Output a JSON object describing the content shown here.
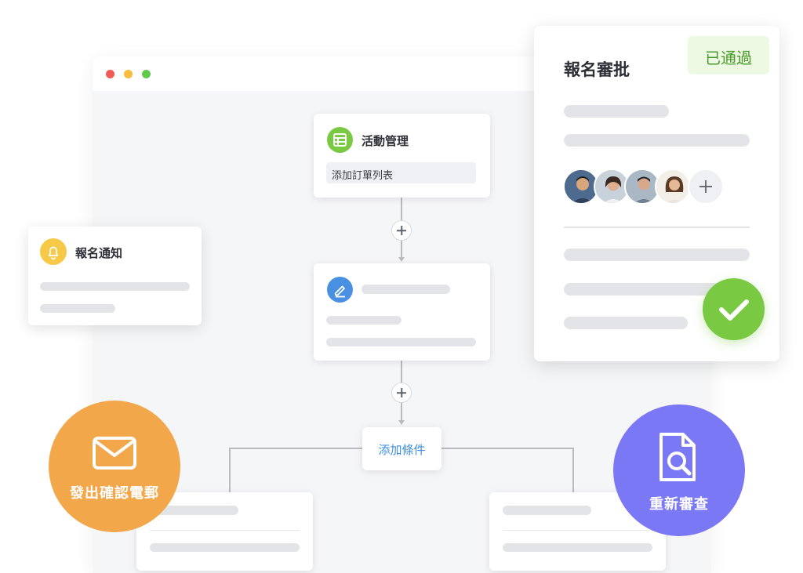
{
  "workflow": {
    "node_activity": {
      "title": "活動管理",
      "subtitle": "添加訂單列表"
    },
    "node_condition": {
      "label": "添加條件"
    }
  },
  "notification_card": {
    "title": "報名通知"
  },
  "approval_card": {
    "title": "報名審批",
    "status": "已通過"
  },
  "actions": {
    "send_email": {
      "label": "發出確認電郵",
      "icon": "envelope-icon"
    },
    "re_review": {
      "label": "重新審查",
      "icon": "document-search-icon"
    }
  },
  "colors": {
    "green": "#7ac943",
    "blue": "#4a90e2",
    "yellow": "#f7c948",
    "orange": "#f2a74b",
    "purple": "#7b78f5",
    "status_bg": "#eef9e4",
    "status_text": "#4a9a2a"
  }
}
